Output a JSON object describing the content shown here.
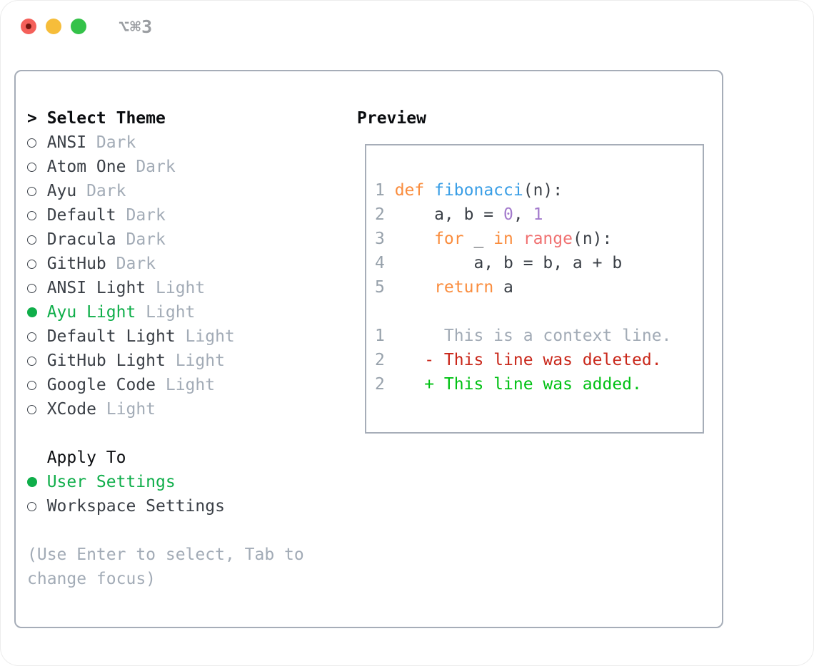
{
  "window": {
    "title": "⌥⌘3"
  },
  "theme_picker": {
    "prompt": ">",
    "header": "Select Theme",
    "themes": [
      {
        "name": "ANSI",
        "variant": "Dark",
        "selected": false
      },
      {
        "name": "Atom One",
        "variant": "Dark",
        "selected": false
      },
      {
        "name": "Ayu",
        "variant": "Dark",
        "selected": false
      },
      {
        "name": "Default",
        "variant": "Dark",
        "selected": false
      },
      {
        "name": "Dracula",
        "variant": "Dark",
        "selected": false
      },
      {
        "name": "GitHub",
        "variant": "Dark",
        "selected": false
      },
      {
        "name": "ANSI Light",
        "variant": "Light",
        "selected": false
      },
      {
        "name": "Ayu Light",
        "variant": "Light",
        "selected": true
      },
      {
        "name": "Default Light",
        "variant": "Light",
        "selected": false
      },
      {
        "name": "GitHub Light",
        "variant": "Light",
        "selected": false
      },
      {
        "name": "Google Code",
        "variant": "Light",
        "selected": false
      },
      {
        "name": "XCode",
        "variant": "Light",
        "selected": false
      }
    ],
    "apply_to": {
      "header": "Apply To",
      "options": [
        {
          "name": "User Settings",
          "selected": true
        },
        {
          "name": "Workspace Settings",
          "selected": false
        }
      ]
    },
    "hint": "(Use Enter to select, Tab to change focus)"
  },
  "preview": {
    "header": "Preview",
    "code_lines": [
      {
        "num": "1",
        "tokens": [
          [
            "keyword",
            "def"
          ],
          [
            "default",
            " "
          ],
          [
            "function",
            "fibonacci"
          ],
          [
            "default",
            "(n):"
          ]
        ]
      },
      {
        "num": "2",
        "tokens": [
          [
            "default",
            "    a, b = "
          ],
          [
            "number",
            "0"
          ],
          [
            "default",
            ", "
          ],
          [
            "number",
            "1"
          ]
        ]
      },
      {
        "num": "3",
        "tokens": [
          [
            "default",
            "    "
          ],
          [
            "keyword",
            "for"
          ],
          [
            "default",
            " _ "
          ],
          [
            "keyword",
            "in"
          ],
          [
            "default",
            " "
          ],
          [
            "call",
            "range"
          ],
          [
            "default",
            "(n):"
          ]
        ]
      },
      {
        "num": "4",
        "tokens": [
          [
            "default",
            "        a, b = b, a + b"
          ]
        ]
      },
      {
        "num": "5",
        "tokens": [
          [
            "default",
            "    "
          ],
          [
            "keyword",
            "return"
          ],
          [
            "default",
            " a"
          ]
        ]
      }
    ],
    "diff_lines": [
      {
        "num": "1",
        "tokens": [
          [
            "context",
            "     This is a context line."
          ]
        ]
      },
      {
        "num": "2",
        "tokens": [
          [
            "deleted",
            "   - This line was deleted."
          ]
        ]
      },
      {
        "num": "2",
        "tokens": [
          [
            "added",
            "   + This line was added."
          ]
        ]
      }
    ]
  },
  "colors": {
    "green": "#0FAE4A",
    "added": "#00C113",
    "deleted": "#C9271A",
    "keyword": "#FA8D3E",
    "function": "#399EE6",
    "number": "#A37ACC",
    "call": "#F07171",
    "text": "#3A3F46",
    "muted": "#A2ABB6",
    "lnum": "#97A1AB",
    "header": "#0B0D10",
    "border": "#A6ADB8",
    "title-gray": "#9A9DA1",
    "light-red": "#F4605A",
    "light-yellow": "#F6BD3A",
    "light-green": "#34C249",
    "red-dot": "#731610"
  }
}
